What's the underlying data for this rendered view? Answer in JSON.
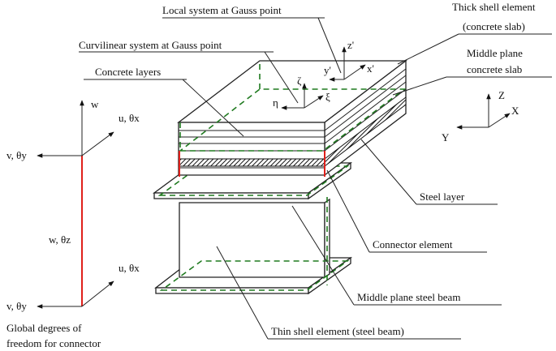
{
  "labels": {
    "local_system": "Local system at Gauss point",
    "thick_shell_1": "Thick shell element",
    "thick_shell_2": "(concrete slab)",
    "curvilinear": "Curvilinear system at Gauss point",
    "middle_plane_concrete_1": "Middle plane",
    "middle_plane_concrete_2": "concrete slab",
    "concrete_layers": "Concrete layers",
    "steel_layer": "Steel layer",
    "connector_element": "Connector element",
    "middle_plane_steel": "Middle plane steel beam",
    "thin_shell": "Thin shell element (steel beam)",
    "global_dof_1": "Global degrees of",
    "global_dof_2": "freedom for connector"
  },
  "axes": {
    "local": {
      "z": "z'",
      "y": "y'",
      "x": "x'"
    },
    "curvilinear": {
      "zeta": "ζ",
      "eta": "η",
      "xi": "ξ"
    },
    "global": {
      "z": "Z",
      "x": "X",
      "y": "Y"
    },
    "dof_top": {
      "w": "w",
      "u": "u, θx",
      "v": "v, θy"
    },
    "dof_bottom": {
      "w": "w, θz",
      "u": "u, θx",
      "v": "v, θy"
    }
  },
  "colors": {
    "connector": "#e0201b",
    "middle_plane": "#1f7a1f",
    "lines": "#222222"
  }
}
